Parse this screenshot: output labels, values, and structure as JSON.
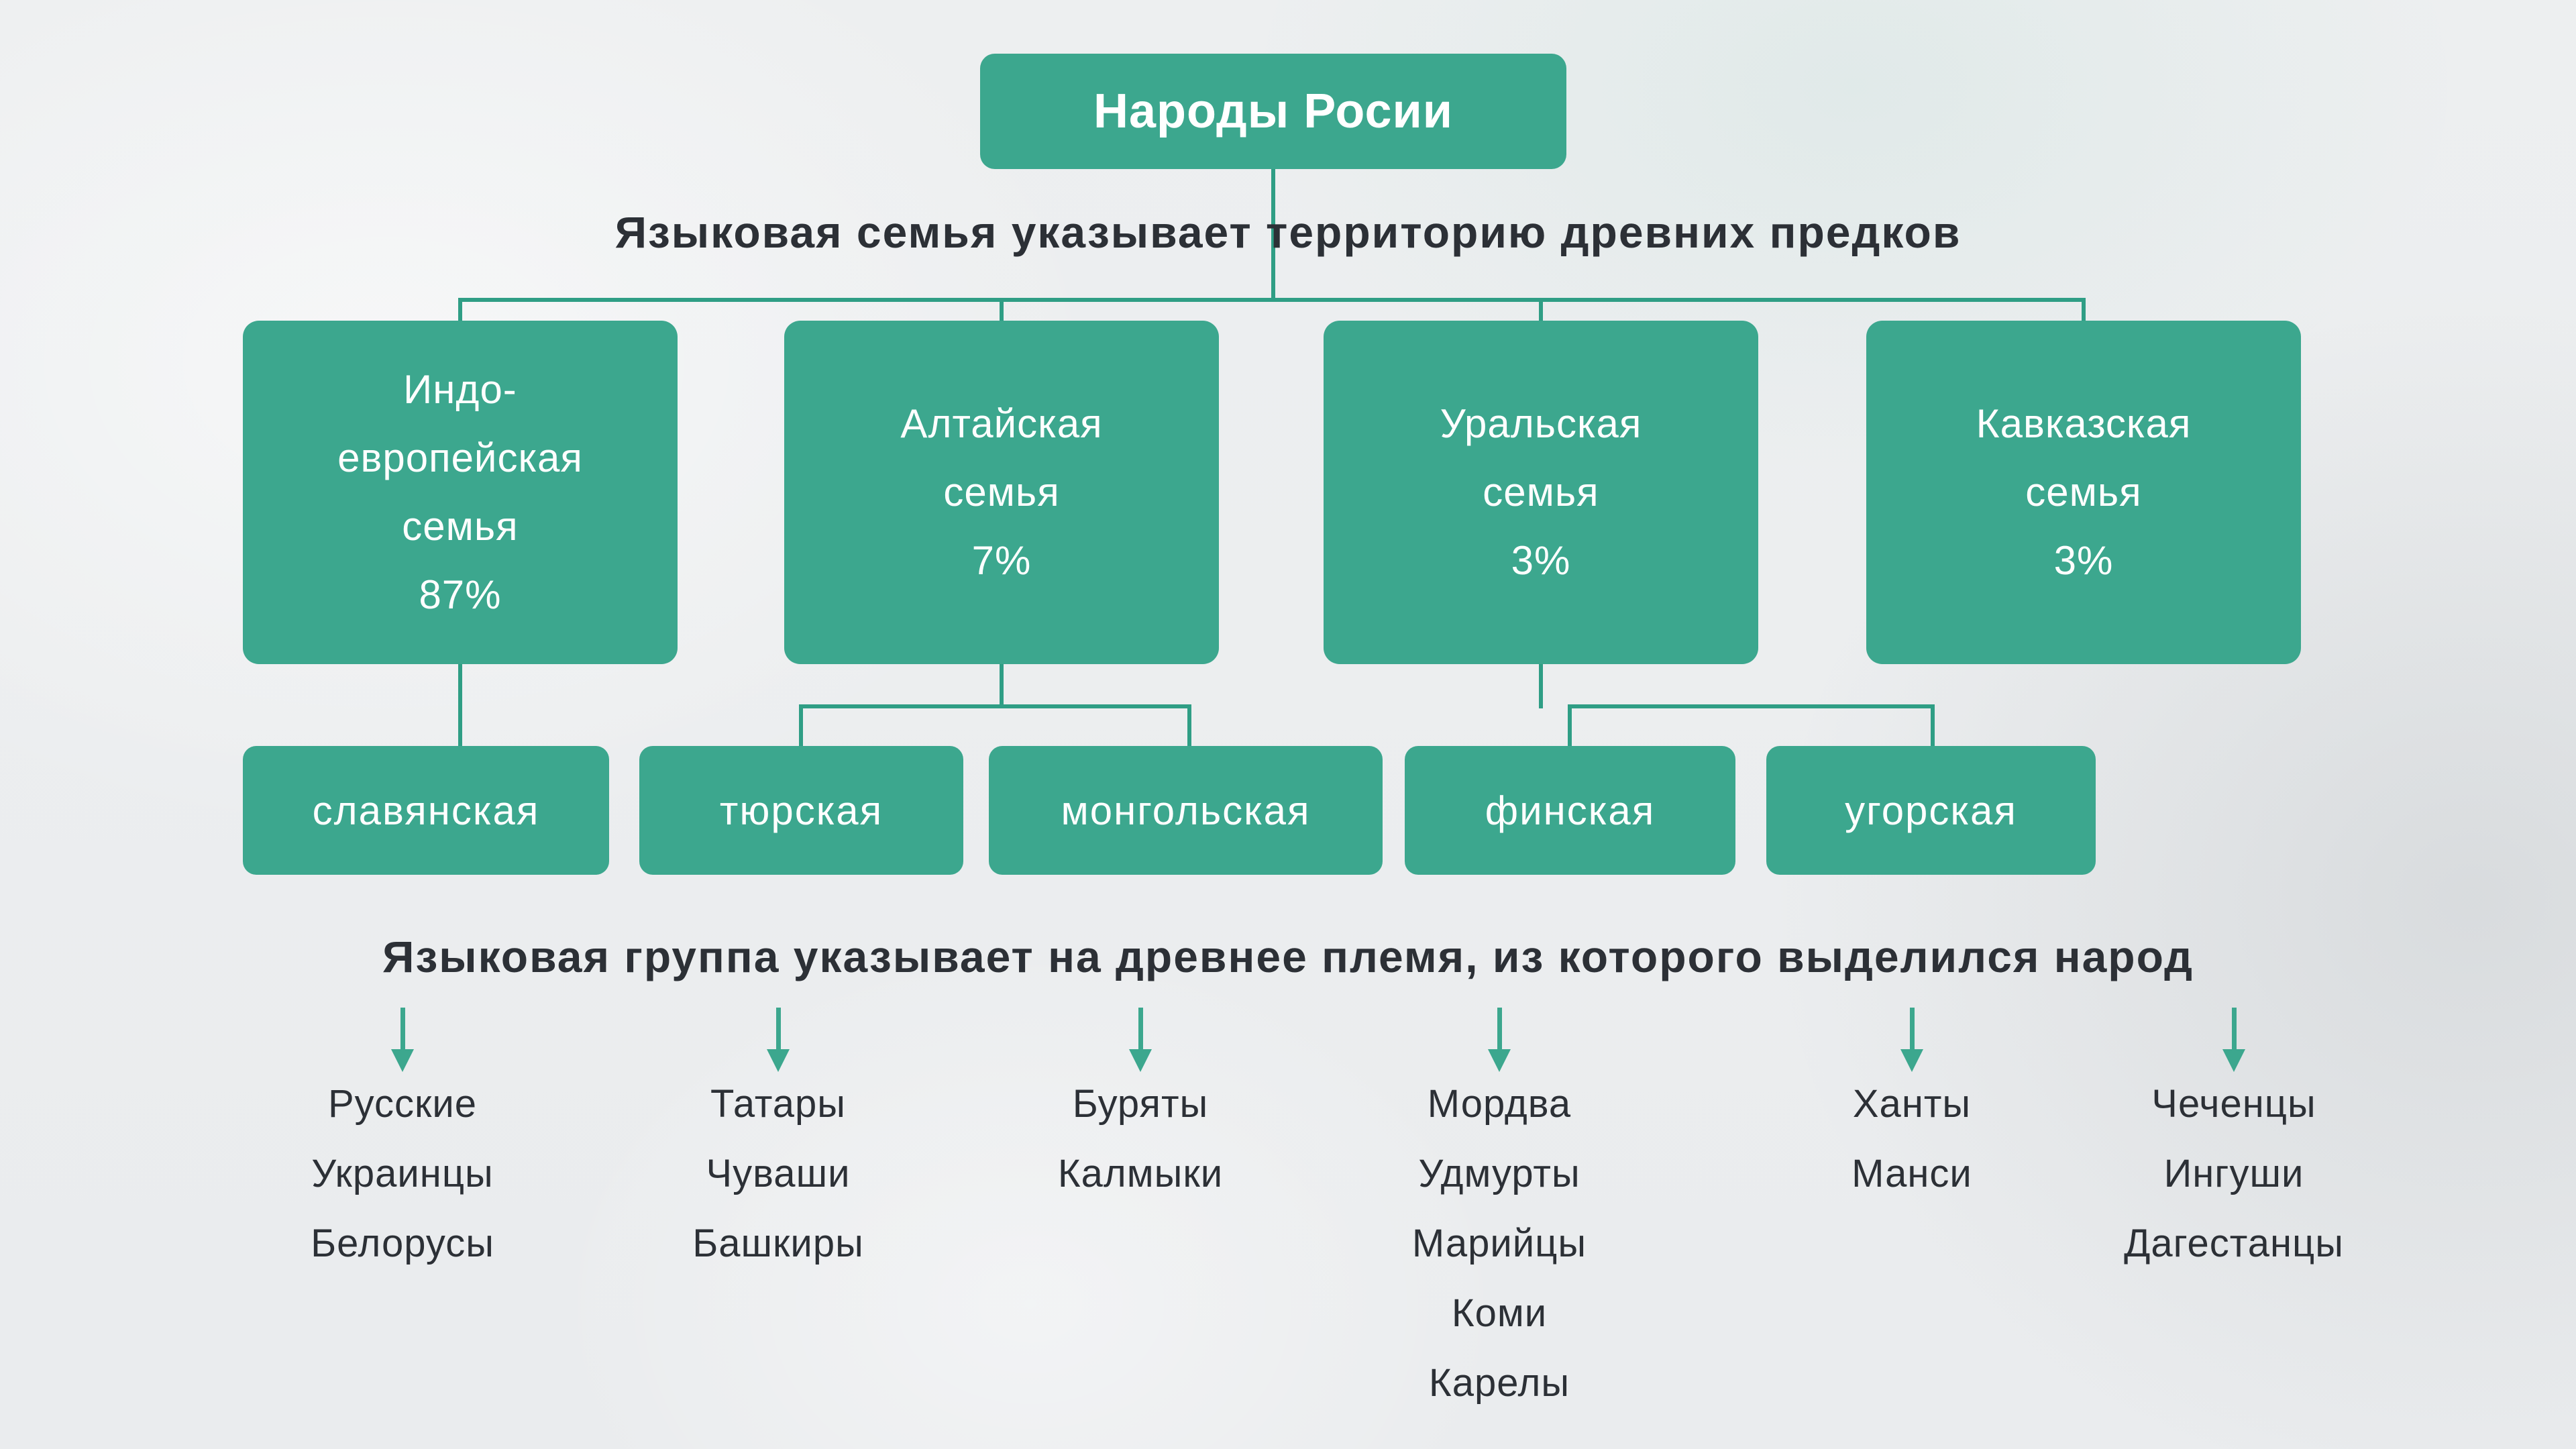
{
  "title": "Народы Росии",
  "subtitle_families": "Языковая семья указывает территорию древних предков",
  "subtitle_groups": "Языковая группа указывает на древнее племя, из которого выделился народ",
  "colors": {
    "accent_teal": "#3CA78E",
    "connector_teal": "#2F9E85",
    "text_dark": "#2C3036",
    "box_text": "#FFFFFF",
    "background": "#EDEFF0"
  },
  "families": [
    {
      "id": "indo-european",
      "lines": [
        "Индо-",
        "европейская",
        "семья",
        "87%"
      ]
    },
    {
      "id": "altaic",
      "lines": [
        "Алтайская",
        "семья",
        "7%"
      ]
    },
    {
      "id": "uralic",
      "lines": [
        "Уральская",
        "семья",
        "3%"
      ]
    },
    {
      "id": "caucasian",
      "lines": [
        "Кавказская",
        "семья",
        "3%"
      ]
    }
  ],
  "groups": [
    {
      "id": "slavic",
      "label": "славянская"
    },
    {
      "id": "turkic",
      "label": "тюрская"
    },
    {
      "id": "mongolic",
      "label": "монгольская"
    },
    {
      "id": "finnic",
      "label": "финская"
    },
    {
      "id": "ugric",
      "label": "угорская"
    }
  ],
  "peoples": [
    {
      "column": "slavic",
      "items": [
        "Русские",
        "Украинцы",
        "Белорусы"
      ]
    },
    {
      "column": "turkic",
      "items": [
        "Татары",
        "Чуваши",
        "Башкиры"
      ]
    },
    {
      "column": "mongolic",
      "items": [
        "Буряты",
        "Калмыки"
      ]
    },
    {
      "column": "finnic",
      "items": [
        "Мордва",
        "Удмурты",
        "Марийцы",
        "Коми",
        "Карелы"
      ]
    },
    {
      "column": "ugric",
      "items": [
        "Ханты",
        "Манси"
      ]
    },
    {
      "column": "caucasian",
      "items": [
        "Чеченцы",
        "Ингуши",
        "Дагестанцы"
      ]
    }
  ]
}
